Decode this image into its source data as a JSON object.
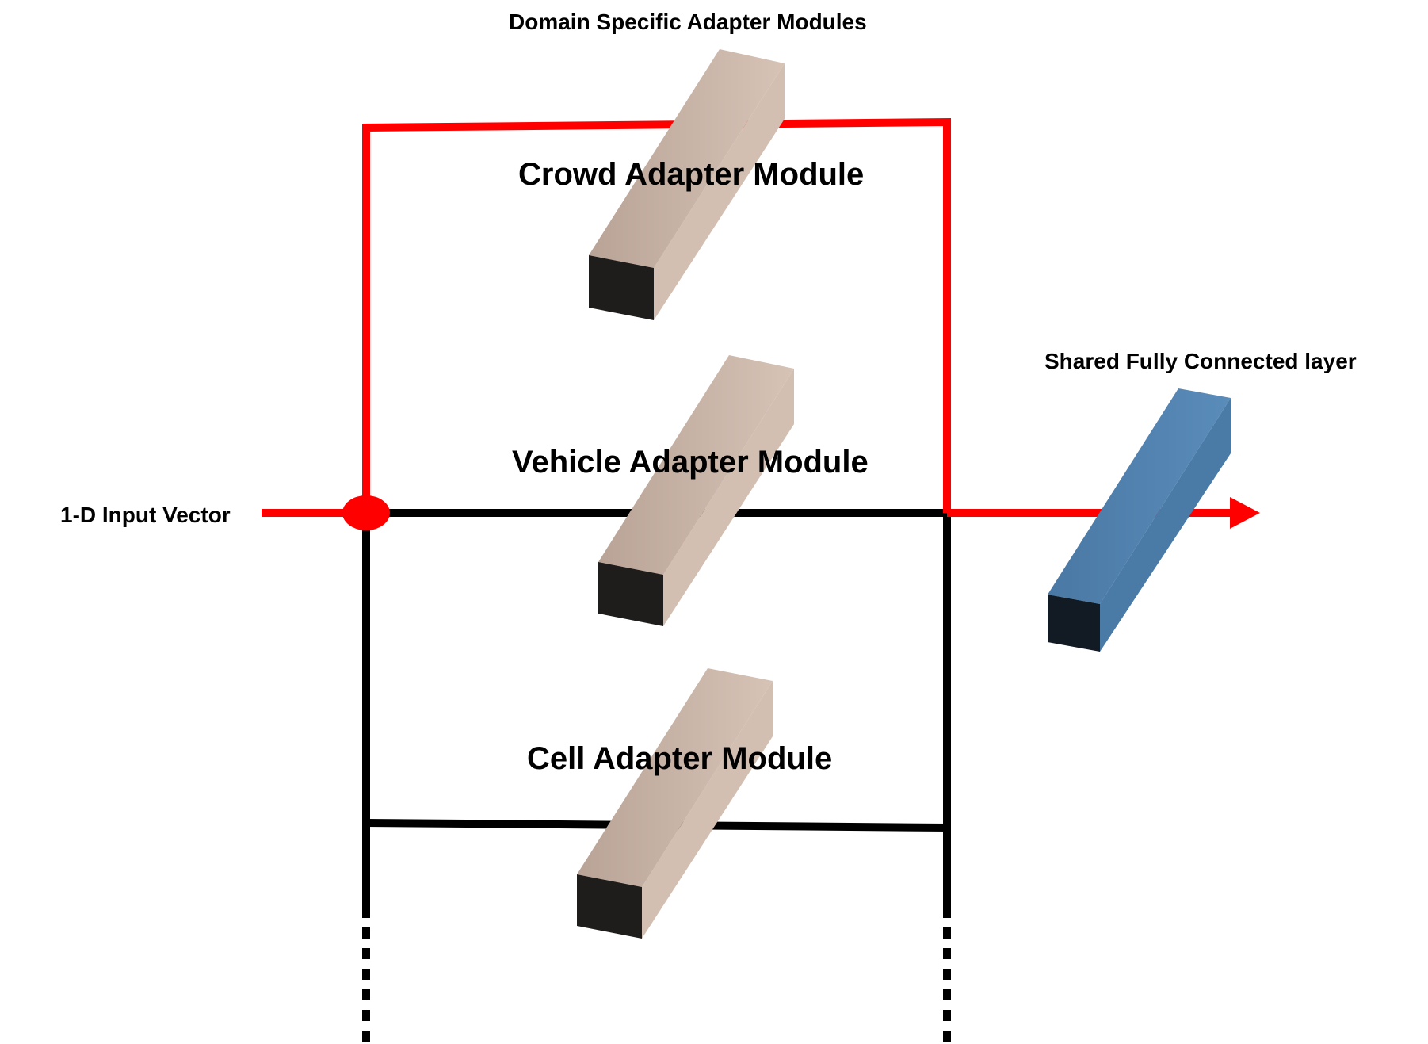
{
  "labels": {
    "domain_modules": "Domain Specific Adapter Modules",
    "crowd_module": "Crowd Adapter Module",
    "vehicle_module": "Vehicle Adapter Module",
    "cell_module": "Cell Adapter Module",
    "input_vector": "1-D Input Vector",
    "shared_layer": "Shared Fully Connected layer"
  },
  "colors": {
    "active_path": "#ff0000",
    "inactive_path": "#000000",
    "adapter_block_face": "#cbb7a9",
    "adapter_block_end": "#1f1d1c",
    "shared_layer_face": "#4f7faa",
    "shared_layer_end": "#121a24",
    "background": "#ffffff"
  },
  "icons": {
    "junction": "red-circle-junction",
    "output": "red-arrowhead"
  }
}
